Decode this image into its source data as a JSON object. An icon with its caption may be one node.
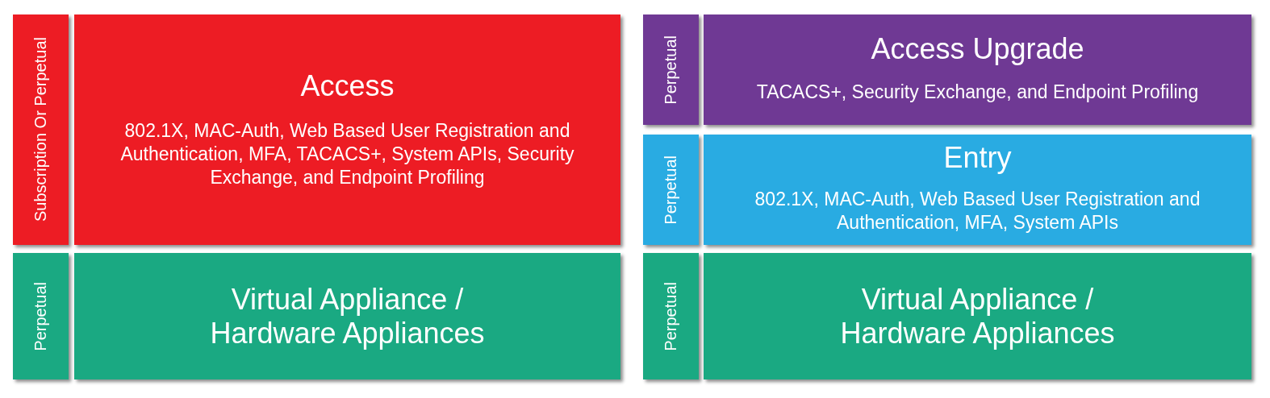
{
  "diagram": {
    "nodes": [
      {
        "text": [
          "Subscription Or Perpetual"
        ]
      },
      {
        "text": [
          "Access",
          "802.1X, MAC-Auth, Web Based User Registration and Authentication, MFA, TACACS+, System APIs, Security Exchange, and Endpoint Profiling"
        ]
      },
      {
        "text": [
          "Perpetual"
        ]
      },
      {
        "text": [
          "Virtual Appliance / Hardware Appliances"
        ]
      },
      {
        "text": [
          "Perpetual"
        ]
      },
      {
        "text": [
          "Access Upgrade",
          "TACACS+, Security Exchange, and Endpoint Profiling"
        ]
      },
      {
        "text": [
          "Perpetual"
        ]
      },
      {
        "text": [
          "Entry",
          "802.1X, MAC-Auth, Web Based User Registration and Authentication, MFA, System APIs"
        ]
      },
      {
        "text": [
          "Perpetual"
        ]
      },
      {
        "text": [
          "Virtual Appliance / Hardware Appliances"
        ]
      }
    ]
  }
}
